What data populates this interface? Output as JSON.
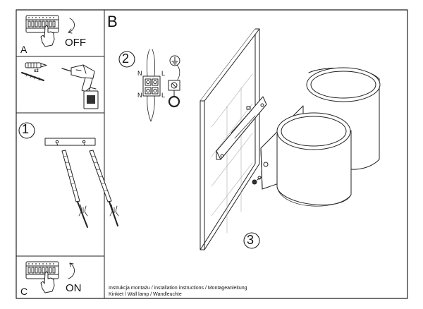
{
  "panels": {
    "a": {
      "letter": "A",
      "switch_label": "OFF"
    },
    "b": {
      "letter": "B"
    },
    "c": {
      "letter": "C",
      "switch_label": "ON"
    }
  },
  "steps": {
    "one": "1",
    "two": "2",
    "three": "3"
  },
  "tools": {
    "quantity": "x2"
  },
  "wiring": {
    "top_left": "N",
    "top_right": "L",
    "bottom_left": "N",
    "bottom_right": "L"
  },
  "footer": {
    "line1": "Instrukcja montażu / installation instructions / Montageanleitung",
    "line2": "Kinkiet / Wall lamp / Wandleuchte"
  }
}
